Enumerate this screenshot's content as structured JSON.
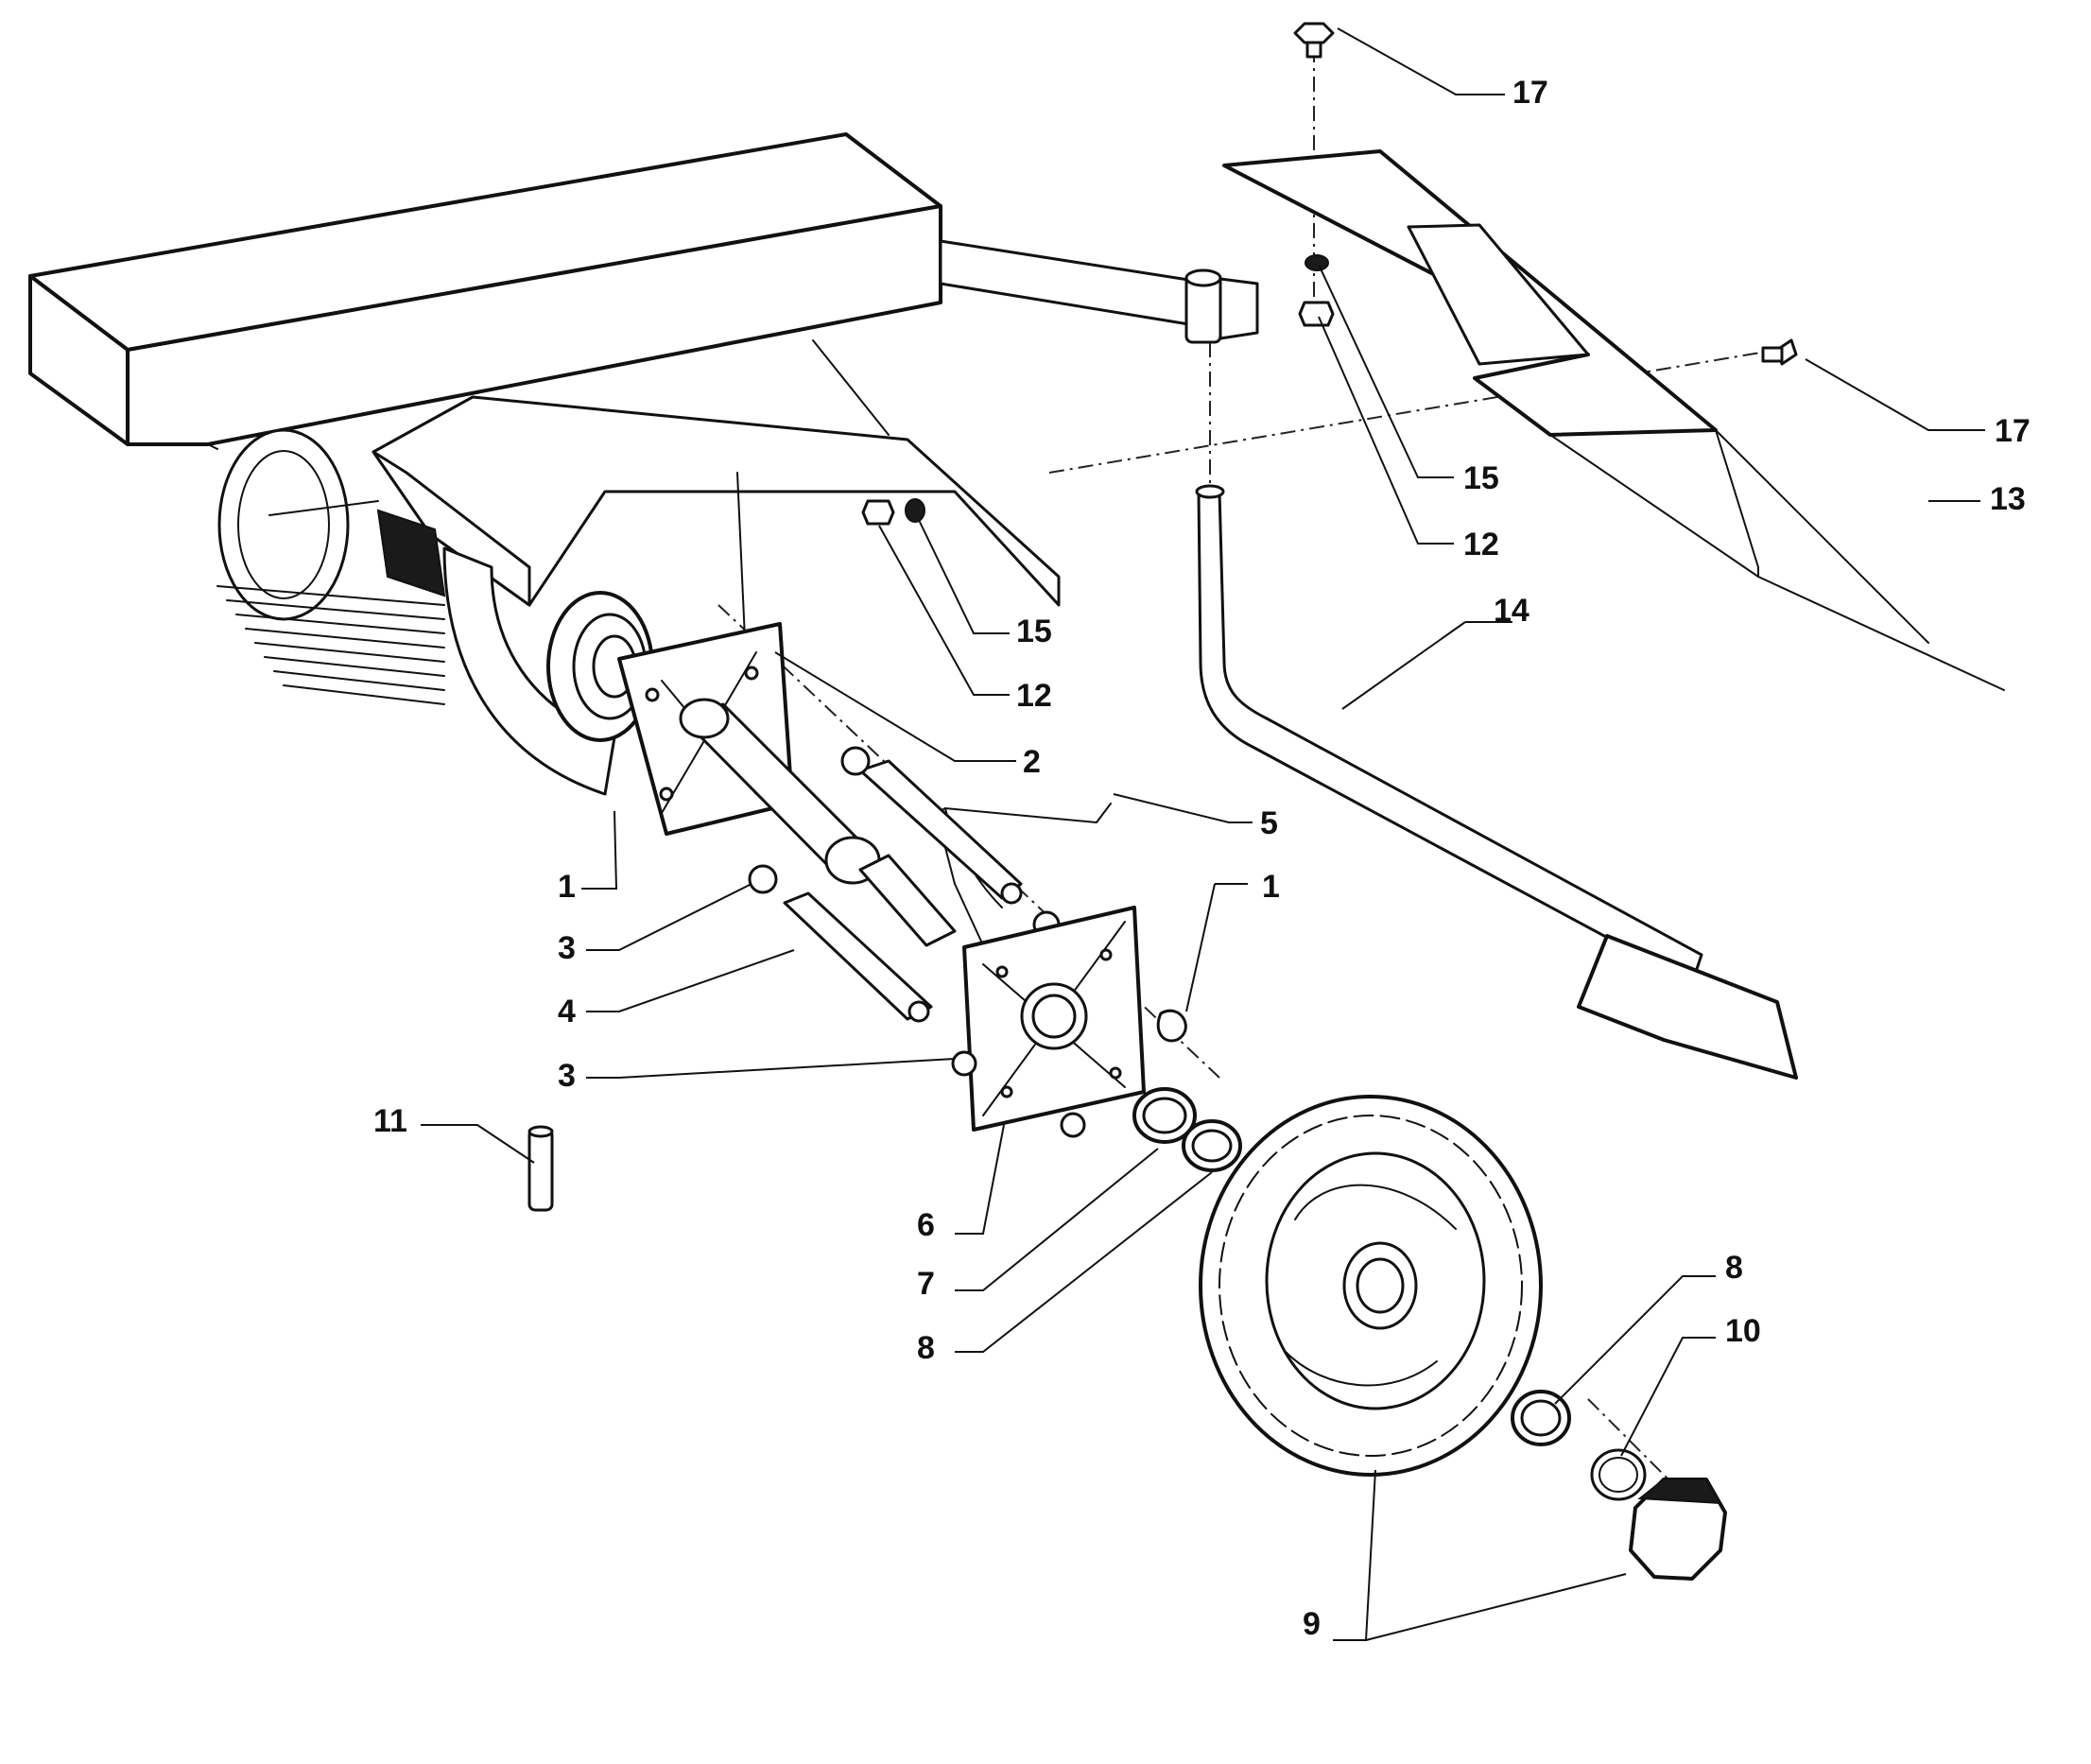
{
  "callouts": [
    {
      "id": "c17a",
      "text": "17"
    },
    {
      "id": "c17b",
      "text": "17"
    },
    {
      "id": "c15a",
      "text": "15"
    },
    {
      "id": "c12a",
      "text": "12"
    },
    {
      "id": "c13",
      "text": "13"
    },
    {
      "id": "c14",
      "text": "14"
    },
    {
      "id": "c15b",
      "text": "15"
    },
    {
      "id": "c12b",
      "text": "12"
    },
    {
      "id": "c2",
      "text": "2"
    },
    {
      "id": "c5",
      "text": "5"
    },
    {
      "id": "c1a",
      "text": "1"
    },
    {
      "id": "c1b",
      "text": "1"
    },
    {
      "id": "c3a",
      "text": "3"
    },
    {
      "id": "c4",
      "text": "4"
    },
    {
      "id": "c3b",
      "text": "3"
    },
    {
      "id": "c11",
      "text": "11"
    },
    {
      "id": "c6",
      "text": "6"
    },
    {
      "id": "c7",
      "text": "7"
    },
    {
      "id": "c8a",
      "text": "8"
    },
    {
      "id": "c8b",
      "text": "8"
    },
    {
      "id": "c10",
      "text": "10"
    },
    {
      "id": "c9",
      "text": "9"
    }
  ]
}
